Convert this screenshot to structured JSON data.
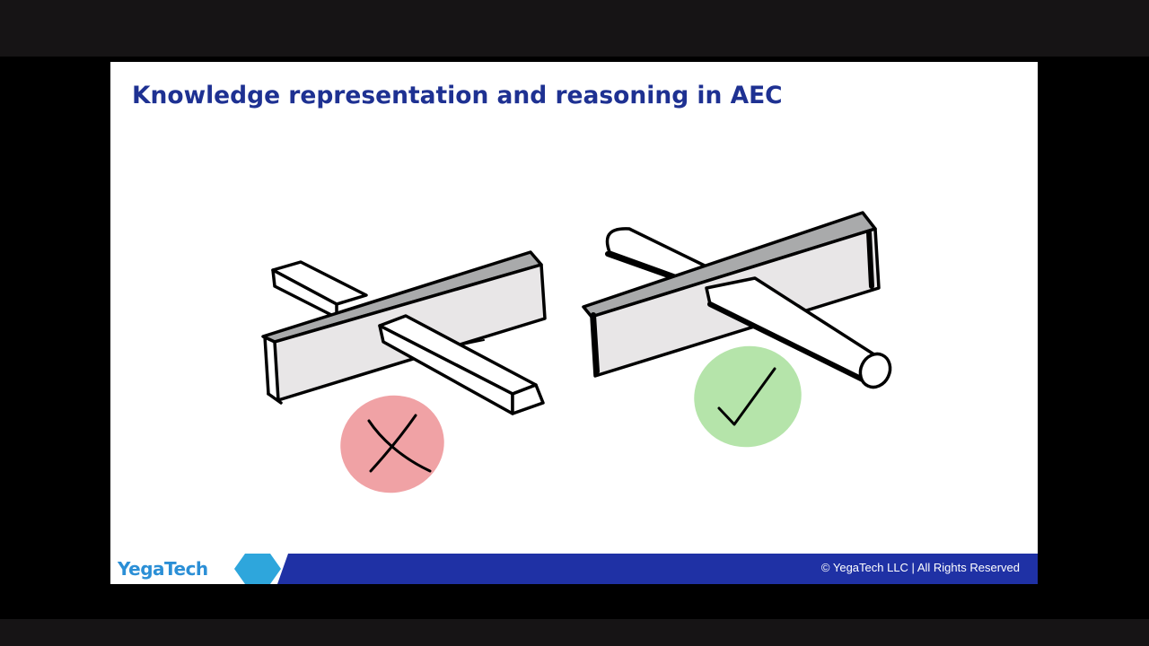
{
  "slide": {
    "title": "Knowledge representation and reasoning in AEC",
    "copyright": "© YegaTech LLC |  All Rights Reserved",
    "logo_text": "YegaTech"
  },
  "illustration": {
    "left_badge": {
      "icon": "cross-icon",
      "color": "#f0a2a5"
    },
    "right_badge": {
      "icon": "checkmark-icon",
      "color": "#b5e4aa"
    }
  },
  "colors": {
    "title": "#1e3192",
    "footer_bar": "#1f31a5",
    "footer_accent": "#2ea6dc",
    "beam_top": "#a9aaab",
    "beam_face": "#e8e6e7"
  }
}
